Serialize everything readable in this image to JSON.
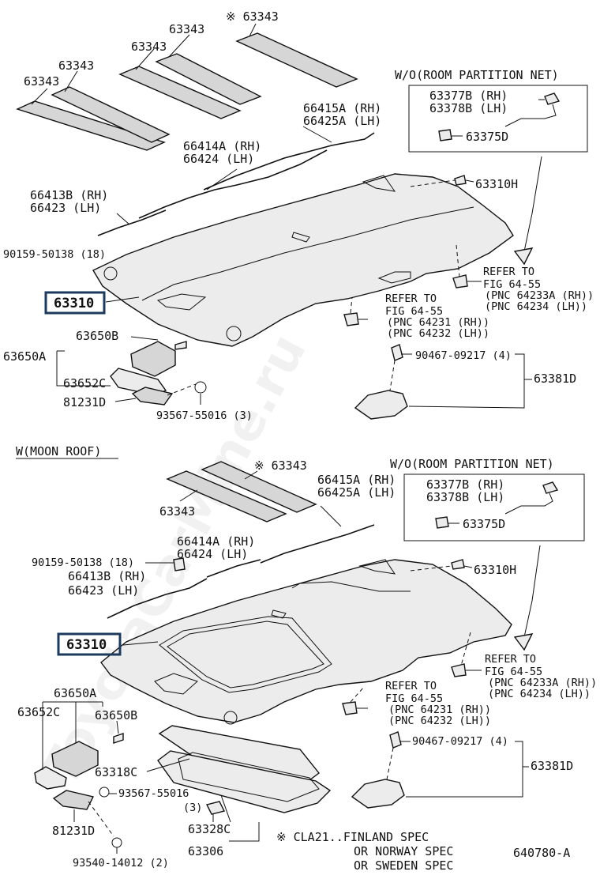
{
  "watermark": "ToyotaCarMine.ru",
  "upper": {
    "labels": {
      "strip_note": "※ 63343",
      "strip_a": "63343",
      "strip_b": "63343",
      "strip_c": "63343",
      "wo_partition": "W/O(ROOM PARTITION NET)",
      "p63377b": "63377B (RH)",
      "p63378b": "63378B (LH)",
      "p63375d": "63375D",
      "p66415a": "66415A (RH)",
      "p66425a": "66425A (LH)",
      "p66414a": "66414A (RH)",
      "p66424": "66424  (LH)",
      "p63310h": "63310H",
      "p66413b": "66413B (RH)",
      "p66423": "66423  (LH)",
      "p90159": "90159-50138 (18)",
      "p63310": "63310",
      "refer1_a": "REFER TO",
      "refer1_b": "FIG 64-55",
      "refer1_c": "(PNC 64233A (RH))",
      "refer1_d": "(PNC 64234  (LH))",
      "refer2_a": "REFER TO",
      "refer2_b": "FIG 64-55",
      "refer2_c": "(PNC 64231 (RH))",
      "refer2_d": "(PNC 64232 (LH))",
      "p63650b": "63650B",
      "p63650a": "63650A",
      "p63652c": "63652C",
      "p81231d": "81231D",
      "p93567": "93567-55016 (3)",
      "p90467": "90467-09217 (4)",
      "p63381d": "63381D"
    }
  },
  "lower": {
    "labels": {
      "moon_roof": "W(MOON ROOF)",
      "strip_note": "※ 63343",
      "strip_a": "63343",
      "wo_partition": "W/O(ROOM PARTITION NET)",
      "p63377b": "63377B (RH)",
      "p63378b": "63378B (LH)",
      "p63375d": "63375D",
      "p66415a": "66415A (RH)",
      "p66425a": "66425A (LH)",
      "p90159": "90159-50138 (18)",
      "p66414a": "66414A (RH)",
      "p66424": "66424  (LH)",
      "p63310h": "63310H",
      "p66413b": "66413B (RH)",
      "p66423": "66423  (LH)",
      "p63310": "63310",
      "refer1_a": "REFER TO",
      "refer1_b": "FIG 64-55",
      "refer1_c": "(PNC 64233A (RH))",
      "refer1_d": "(PNC 64234  (LH))",
      "refer2_a": "REFER TO",
      "refer2_b": "FIG 64-55",
      "refer2_c": "(PNC 64231 (RH))",
      "refer2_d": "(PNC 64232 (LH))",
      "p63650a": "63650A",
      "p63652c": "63652C",
      "p63650b": "63650B",
      "p90467": "90467-09217 (4)",
      "p63318c": "63318C",
      "p63381d": "63381D",
      "p93567": "93567-55016",
      "p93567_qty": "(3)",
      "p81231d": "81231D",
      "p63328c": "63328C",
      "p63306": "63306",
      "p93540": "93540-14012 (2)",
      "note_a": "※ CLA21..FINLAND SPEC",
      "note_b": "OR NORWAY SPEC",
      "note_c": "OR SWEDEN SPEC",
      "fig_code": "640780-A"
    }
  }
}
